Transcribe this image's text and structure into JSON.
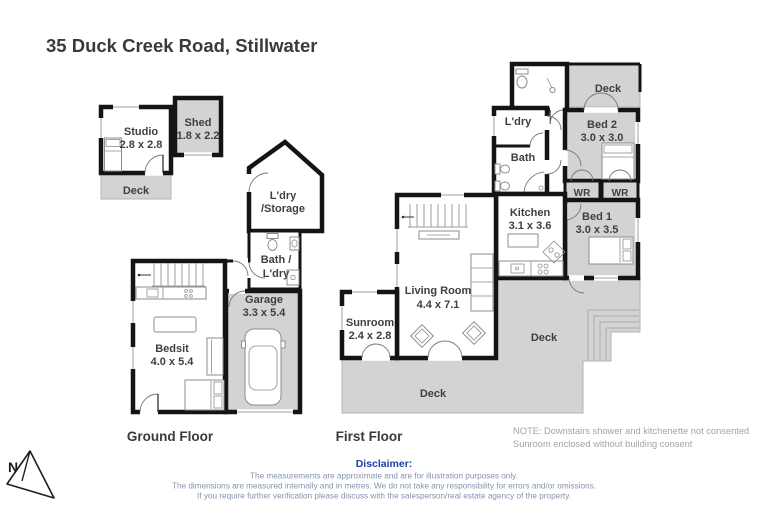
{
  "title": "35 Duck Creek Road, Stillwater",
  "colors": {
    "wall": "#141414",
    "area_gray": "#d3d3d3",
    "note_text": "#a3a3a3",
    "disclaimer_heading": "#1e3f9f",
    "disclaimer_text": "#8592ae"
  },
  "compass": {
    "label": "N"
  },
  "ground_floor": {
    "label": "Ground Floor",
    "rooms": {
      "studio": {
        "name": "Studio",
        "dims": "2.8 x 2.8"
      },
      "shed": {
        "name": "Shed",
        "dims": "1.8 x 2.2"
      },
      "deck": {
        "name": "Deck"
      },
      "ldry_storage": {
        "line1": "L'dry",
        "line2": "/Storage"
      },
      "bath_ldry": {
        "line1": "Bath /",
        "line2": "L'dry"
      },
      "garage": {
        "name": "Garage",
        "dims": "3.3 x 5.4"
      },
      "bedsit": {
        "name": "Bedsit",
        "dims": "4.0 x 5.4"
      }
    }
  },
  "first_floor": {
    "label": "First Floor",
    "rooms": {
      "ldry": {
        "name": "L'dry"
      },
      "bath": {
        "name": "Bath"
      },
      "deck_top": {
        "name": "Deck"
      },
      "bed2": {
        "name": "Bed 2",
        "dims": "3.0 x 3.0"
      },
      "wr1": {
        "name": "WR"
      },
      "wr2": {
        "name": "WR"
      },
      "bed1": {
        "name": "Bed 1",
        "dims": "3.0 x 3.5"
      },
      "kitchen": {
        "name": "Kitchen",
        "dims": "3.1 x 3.6"
      },
      "living": {
        "name": "Living Room",
        "dims": "4.4 x 7.1"
      },
      "sunroom": {
        "name": "Sunroom",
        "dims": "2.4 x 2.8"
      },
      "deck_side": {
        "name": "Deck"
      },
      "deck_front": {
        "name": "Deck"
      }
    }
  },
  "note": {
    "line1": "NOTE: Downstairs shower and kitchenette not consented",
    "line2": "Sunroom enclosed without building consent"
  },
  "disclaimer": {
    "heading": "Disclaimer:",
    "line1": "The measurements are approximate and are for illustration purposes only.",
    "line2": "The dimensions are measured internally and in metres. We do not take any responsibility for errors and/or omissions.",
    "line3": "If you require further verification please discuss with the salesperson/real estate agency of the property."
  }
}
